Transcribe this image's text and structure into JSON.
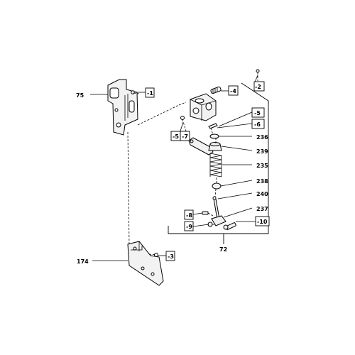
{
  "callouts": {
    "c75": "75",
    "c1": "-1",
    "c4": "-4",
    "c2": "-2",
    "c5a": "-5",
    "c6": "-6",
    "c5b": "-5",
    "c7": "-7",
    "c236": "236",
    "c239": "239",
    "c235": "235",
    "c238": "238",
    "c240": "240",
    "c237": "237",
    "c8": "-8",
    "c9": "-9",
    "c10": "-10",
    "c72": "72",
    "c174": "174",
    "c3": "-3"
  }
}
